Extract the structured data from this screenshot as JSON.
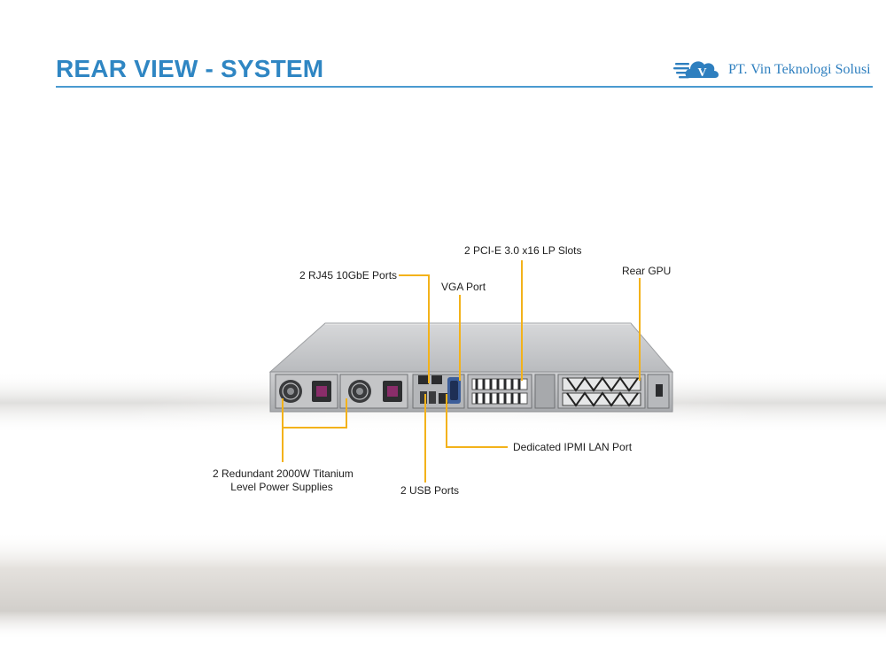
{
  "header": {
    "title": "REAR VIEW - SYSTEM",
    "company": "PT. Vin Teknologi Solusi",
    "logo_letter": "V",
    "accent_color": "#2f86c3"
  },
  "callouts": {
    "pcie": "2 PCI-E 3.0 x16 LP Slots",
    "rj45": "2 RJ45 10GbE Ports",
    "vga": "VGA Port",
    "rear_gpu": "Rear GPU",
    "ipmi": "Dedicated IPMI  LAN Port",
    "psu_line1": "2 Redundant  2000W Titanium",
    "psu_line2": "Level Power Supplies",
    "usb": "2 USB Ports"
  },
  "leader_color": "#f3b21a"
}
